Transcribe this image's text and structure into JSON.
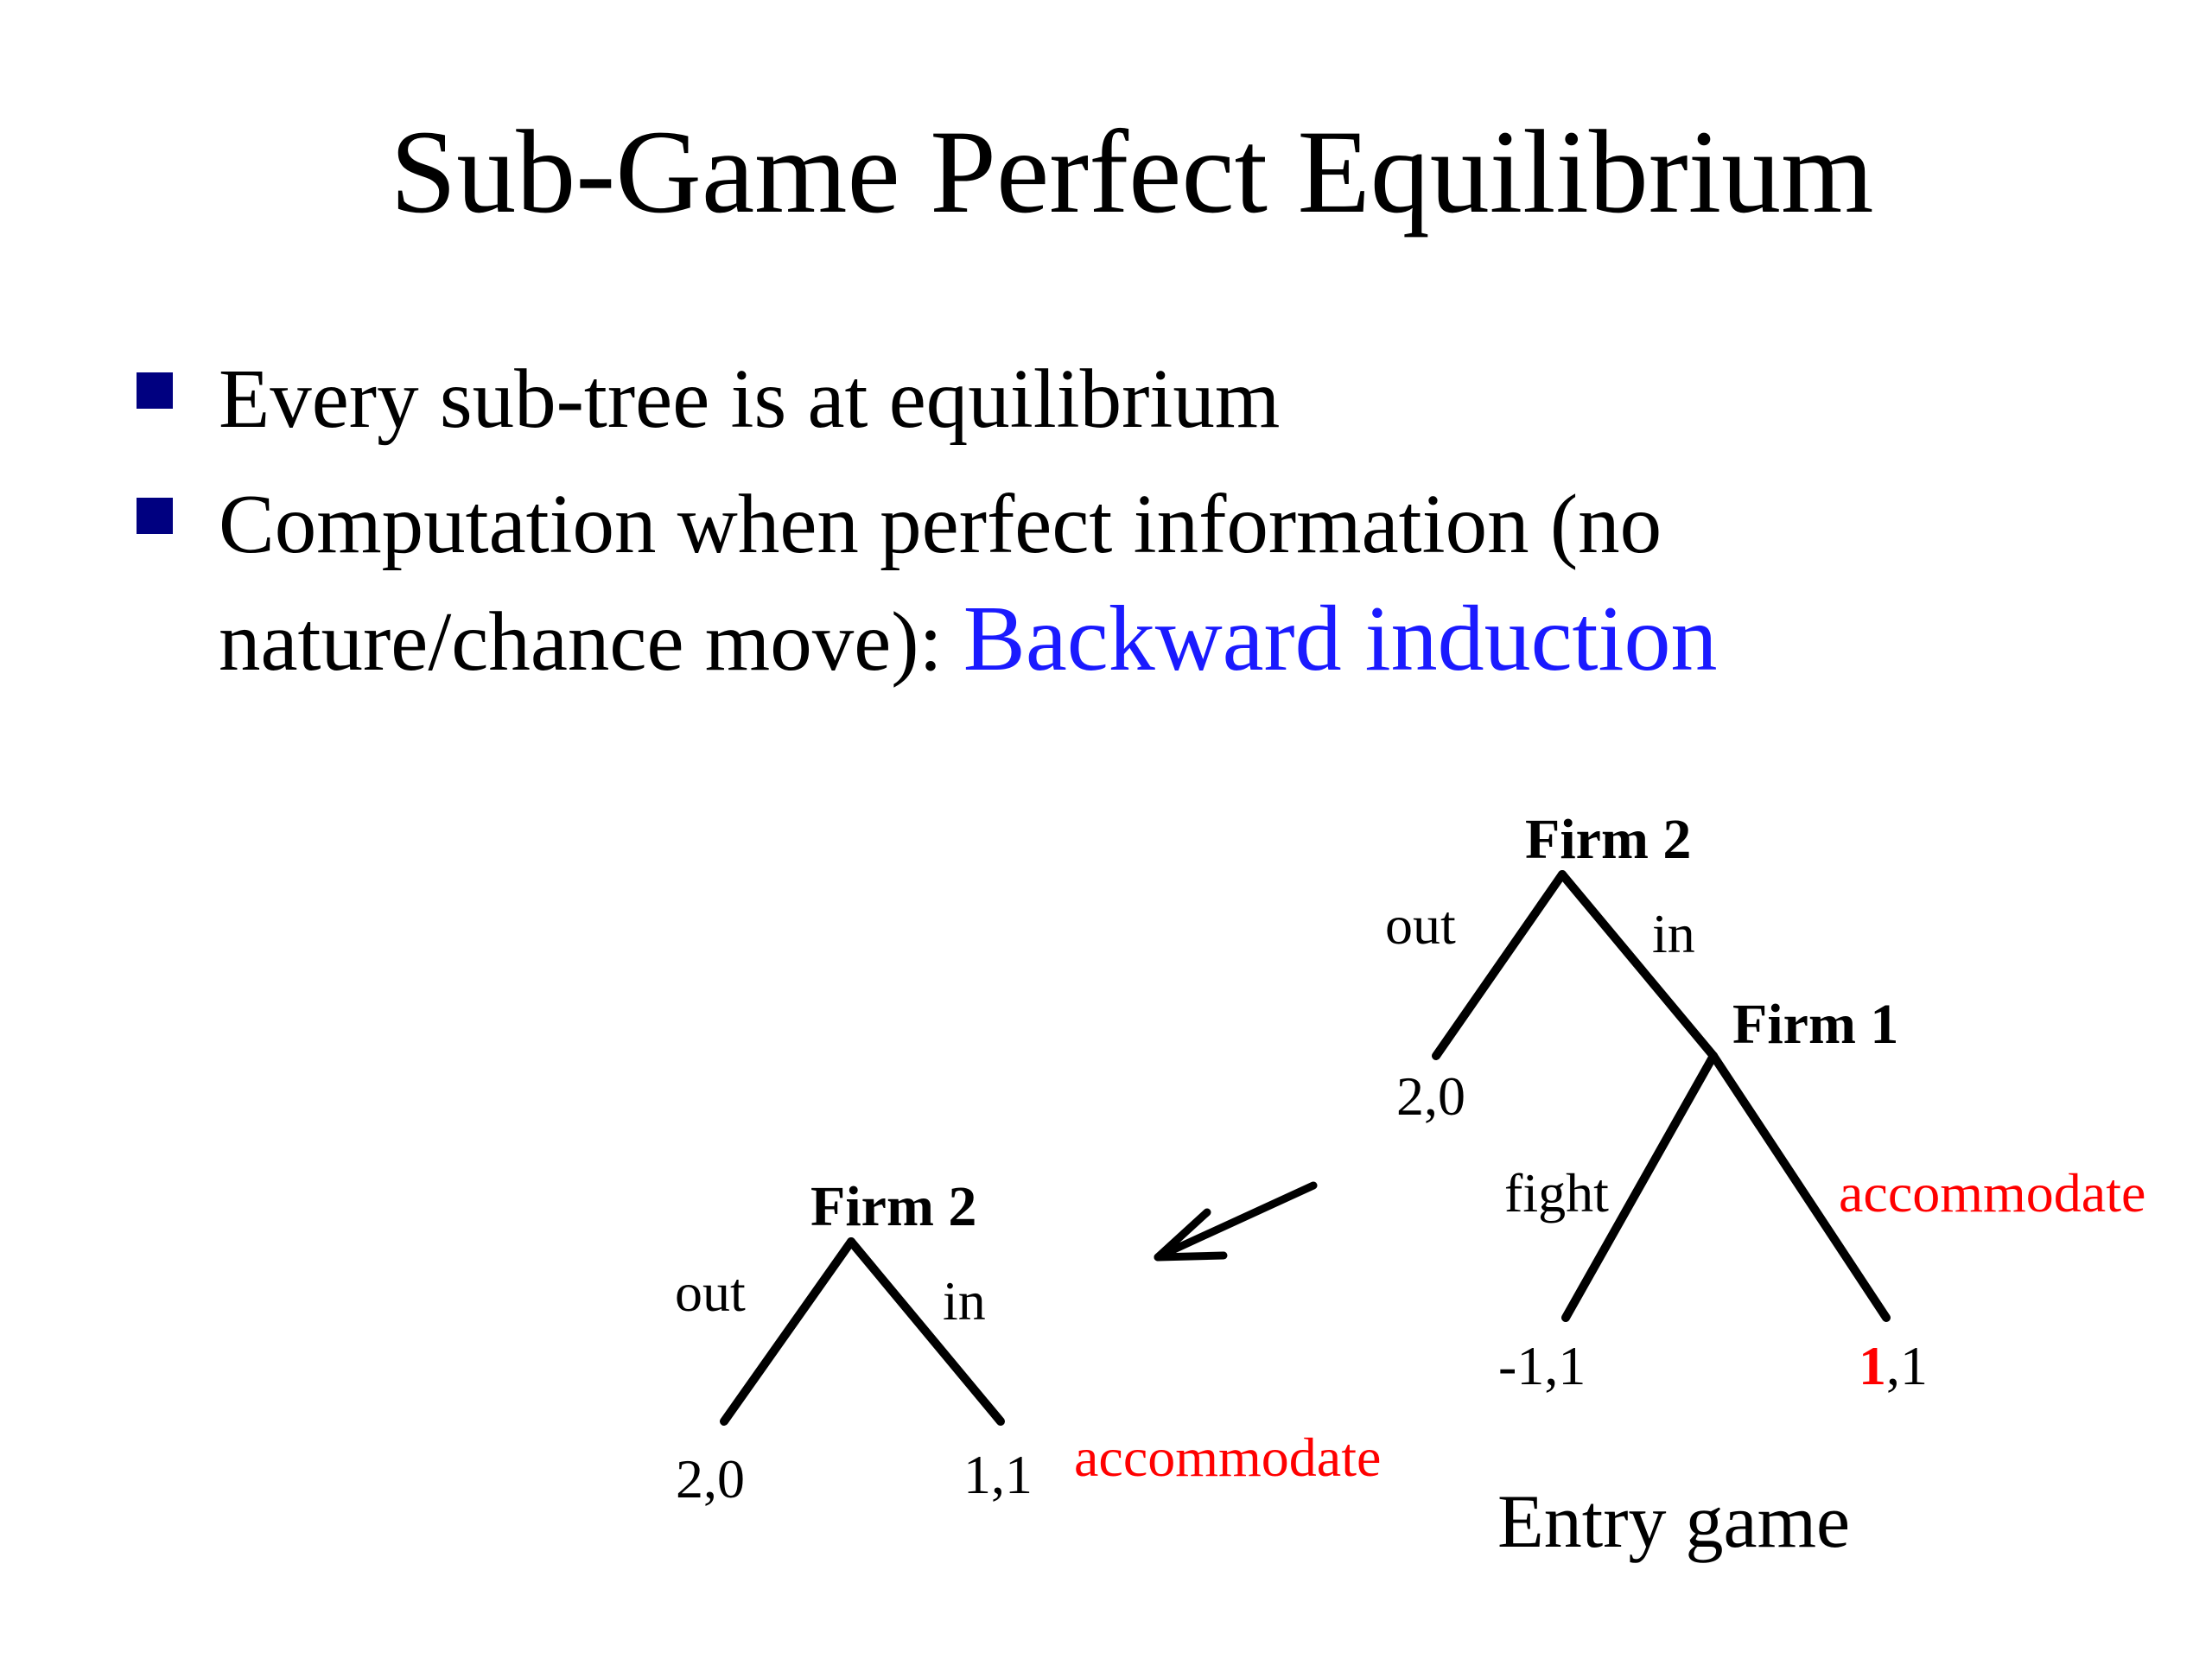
{
  "title": "Sub-Game Perfect Equilibrium",
  "bullets": [
    {
      "text": "Every sub-tree is at equilibrium"
    },
    {
      "text": "Computation when perfect information (no nature/chance move): ",
      "highlight": "Backward induction"
    }
  ],
  "diagram": {
    "caption": "Entry game",
    "full_tree": {
      "root_label": "Firm 2",
      "edge_out": "out",
      "edge_in": "in",
      "payoff_out": "2,0",
      "node2_label": "Firm 1",
      "edge_fight": "fight",
      "edge_accommodate": "accommodate",
      "payoff_fight": "-1,1",
      "payoff_accommodate_first": "1",
      "payoff_accommodate_rest": ",1"
    },
    "reduced_tree": {
      "root_label": "Firm 2",
      "edge_out": "out",
      "edge_in": "in",
      "payoff_out": "2,0",
      "payoff_in": "1,1",
      "in_annotation": "accommodate"
    }
  },
  "colors": {
    "bullet_marker": "#000080",
    "highlight": "#1a1aff",
    "annotation": "#ff0000",
    "text": "#000000"
  }
}
